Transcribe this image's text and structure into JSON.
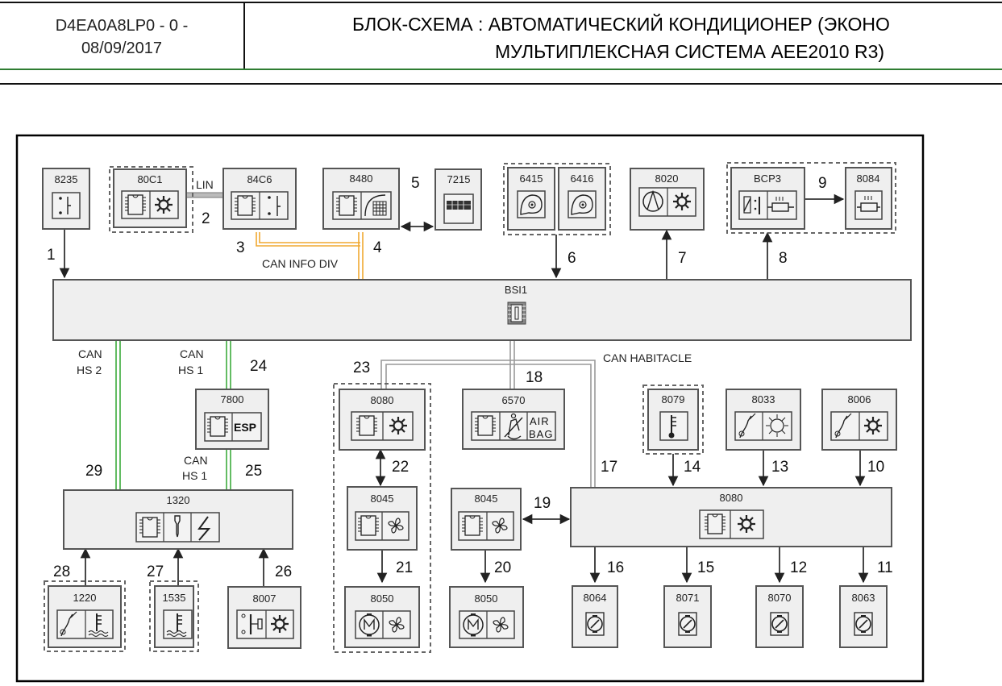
{
  "header": {
    "doc_ref_line1": "D4EA0A8LP0 - 0 -",
    "doc_ref_line2": "08/09/2017",
    "title_line1": "БЛОК-СХЕМА : АВТОМАТИЧЕСКИЙ КОНДИЦИОНЕР (ЭКОНО",
    "title_line2": "МУЛЬТИПЛЕКСНАЯ СИСТЕМА AEE2010 R3)"
  },
  "bus_labels": {
    "lin": "LIN",
    "can_info_div": "CAN INFO DIV",
    "can_habitacle": "CAN HABITACLE",
    "can_hs2_a": "CAN",
    "can_hs2_b": "HS 2",
    "can_hs1_a": "CAN",
    "can_hs1_b": "HS 1",
    "can_hs1_2a": "CAN",
    "can_hs1_2b": "HS 1"
  },
  "colors": {
    "can_info_div": "#f0a830",
    "can_hs": "#3cab3c",
    "can_habitacle": "#9a9a9a"
  },
  "components": {
    "c8235": {
      "code": "8235",
      "icon": "switch-icon"
    },
    "c80C1": {
      "code": "80C1",
      "icon": "ecu-snowflake-icon"
    },
    "c84C6": {
      "code": "84C6",
      "icon": "ecu-switch-icon"
    },
    "c8480": {
      "code": "8480",
      "icon": "ecu-keypad-icon"
    },
    "c7215": {
      "code": "7215",
      "icon": "display-icon"
    },
    "c6415": {
      "code": "6415",
      "icon": "blower-icon"
    },
    "c6416": {
      "code": "6416",
      "icon": "blower-icon"
    },
    "c8020": {
      "code": "8020",
      "icon": "compressor-icon"
    },
    "cBCP3": {
      "code": "BCP3",
      "icon": "relay-heater-icon"
    },
    "c8084": {
      "code": "8084",
      "icon": "heater-icon"
    },
    "cBSI1": {
      "code": "BSI1",
      "icon": "fuse-box-icon"
    },
    "c7800": {
      "code": "7800",
      "icon": "esp-icon",
      "text": "ESP"
    },
    "c1320": {
      "code": "1320",
      "icon": "engine-ecu-icon"
    },
    "c8080a": {
      "code": "8080",
      "icon": "ecu-snowflake-icon"
    },
    "c6570": {
      "code": "6570",
      "icon": "airbag-icon",
      "text1": "AIR",
      "text2": "BAG"
    },
    "c8045a": {
      "code": "8045",
      "icon": "ecu-fan-icon"
    },
    "c8050a": {
      "code": "8050",
      "icon": "motor-fan-icon"
    },
    "c8045b": {
      "code": "8045",
      "icon": "ecu-fan-icon"
    },
    "c8050b": {
      "code": "8050",
      "icon": "motor-fan-icon"
    },
    "c8079": {
      "code": "8079",
      "icon": "thermometer-icon"
    },
    "c8033": {
      "code": "8033",
      "icon": "sun-sensor-icon"
    },
    "c8006": {
      "code": "8006",
      "icon": "evap-sensor-icon"
    },
    "c8080b": {
      "code": "8080",
      "icon": "ecu-snowflake-icon"
    },
    "c8064": {
      "code": "8064",
      "icon": "flap-motor-icon"
    },
    "c8071": {
      "code": "8071",
      "icon": "flap-motor-icon"
    },
    "c8070": {
      "code": "8070",
      "icon": "flap-motor-icon"
    },
    "c8063": {
      "code": "8063",
      "icon": "flap-motor-icon"
    },
    "c1220": {
      "code": "1220",
      "icon": "coolant-temp-icon"
    },
    "c1535": {
      "code": "1535",
      "icon": "coolant-level-icon"
    },
    "c8007": {
      "code": "8007",
      "icon": "pressure-switch-icon"
    }
  },
  "links": {
    "l1": "1",
    "l2": "2",
    "l3": "3",
    "l4": "4",
    "l5": "5",
    "l6": "6",
    "l7": "7",
    "l8": "8",
    "l9": "9",
    "l10": "10",
    "l11": "11",
    "l12": "12",
    "l13": "13",
    "l14": "14",
    "l15": "15",
    "l16": "16",
    "l17": "17",
    "l18": "18",
    "l19": "19",
    "l20": "20",
    "l21": "21",
    "l22": "22",
    "l23": "23",
    "l24": "24",
    "l25": "25",
    "l26": "26",
    "l27": "27",
    "l28": "28",
    "l29": "29"
  }
}
